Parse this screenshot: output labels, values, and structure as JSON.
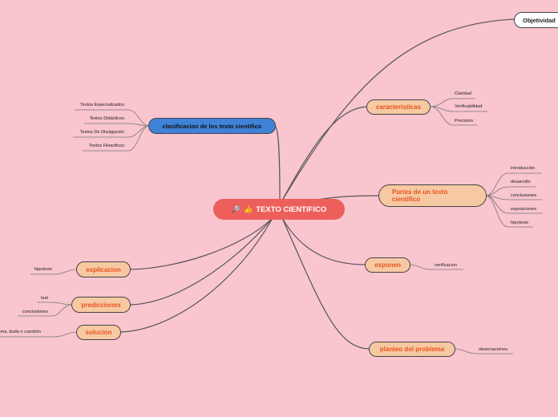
{
  "central": {
    "label": "TEXTO CIENTIFICO",
    "icons": [
      "magnifier-icon",
      "thumbs-up-icon"
    ]
  },
  "nodes": {
    "objetividad": {
      "label": "Objetividad"
    },
    "caracteristicas": {
      "label": "características",
      "children": [
        "Claridad",
        "Verificabilidad",
        "Precision"
      ]
    },
    "partes": {
      "label": "Partes de un texto cientifico",
      "children": [
        "introducción",
        "desarrollo",
        "conclusiones",
        "exposiciones",
        "hipotesis"
      ]
    },
    "exponen": {
      "label": "exponen",
      "children": [
        "verificacion"
      ]
    },
    "planteo": {
      "label": "planteo del problema",
      "children": [
        "observaciones"
      ]
    },
    "clasificacion": {
      "label": "clasificacion de los texto cientifico",
      "children": [
        "Textos Especializados",
        "Textos Didácticos",
        "Textos De Divulgación",
        "Textos Filosoficos"
      ]
    },
    "explicacion": {
      "label": "explicacion",
      "children": [
        "hipotesis"
      ]
    },
    "predicciones": {
      "label": "predicciones",
      "children": [
        "test",
        "conclusiones"
      ]
    },
    "solucion": {
      "label": "solucion",
      "children": [
        "problema, duda o cuestión"
      ]
    }
  },
  "colors": {
    "background": "#f9c5cf",
    "central": "#ec5f5b",
    "branch": "#f7c9a2",
    "branch_text": "#e8521f",
    "classification": "#3f83d8",
    "line": "#555555"
  }
}
